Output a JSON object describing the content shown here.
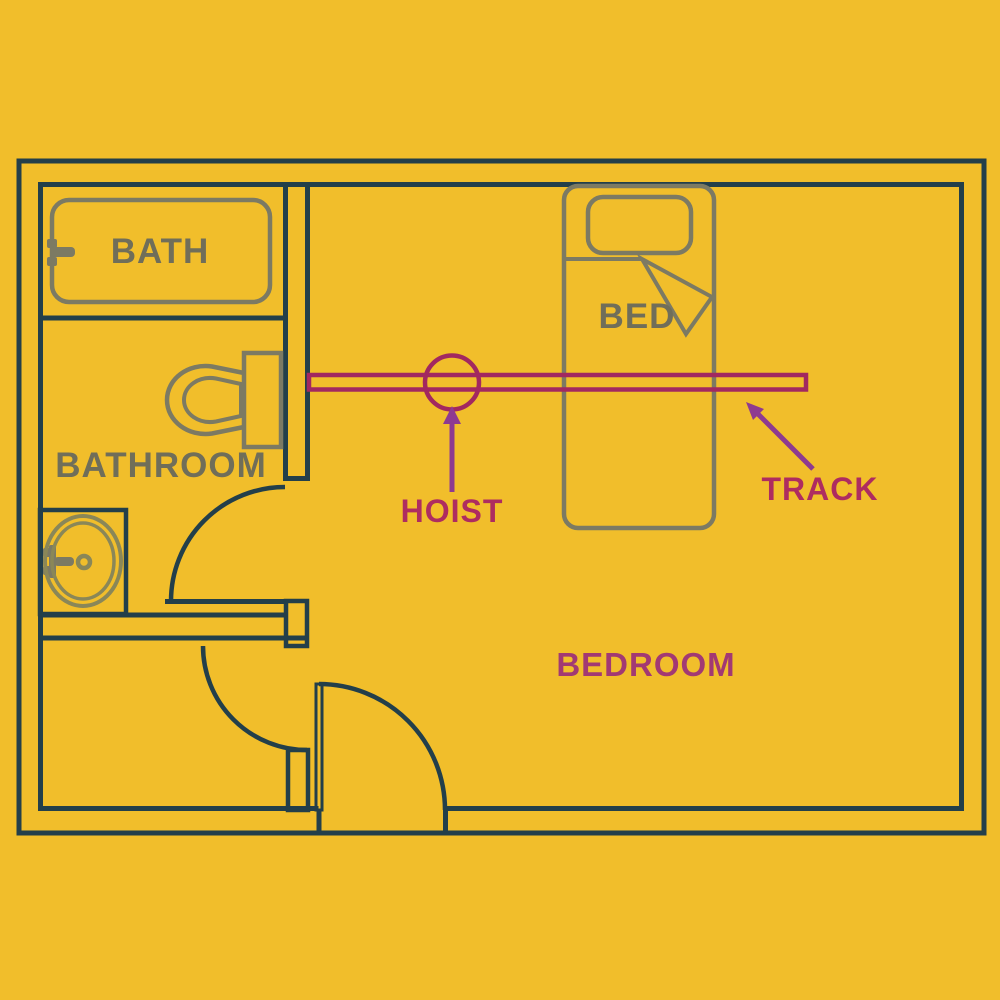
{
  "diagram": {
    "type": "floor-plan",
    "labels": {
      "bath": "BATH",
      "bathroom": "BATHROOM",
      "bed": "BED",
      "bedroom": "BEDROOM",
      "hoist": "HOIST",
      "track": "TRACK"
    },
    "colors": {
      "background": "#F1BE2B",
      "wall": "#233F4A",
      "fixture": "#7C7A63",
      "fixture_label": "#706E59",
      "sink": "#8A8758",
      "track": "#A22860",
      "magenta_label": "#AE2C60",
      "bedroom_label": "#A23973",
      "arrow": "#8E3A90"
    }
  }
}
